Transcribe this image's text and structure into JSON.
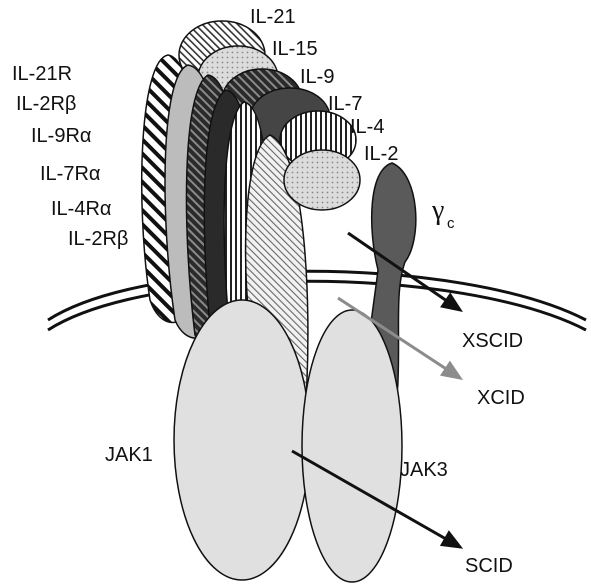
{
  "diagram": {
    "cytokines": {
      "il21": "IL-21",
      "il15": "IL-15",
      "il9": "IL-9",
      "il7": "IL-7",
      "il4": "IL-4",
      "il2": "IL-2"
    },
    "receptor_chains": {
      "il21r": "IL-21R",
      "il2rb_upper": "IL-2Rβ",
      "il9ra": "IL-9Rα",
      "il7ra": "IL-7Rα",
      "il4ra": "IL-4Rα",
      "il2rb_lower": "IL-2Rβ"
    },
    "common_gamma": {
      "symbol": "γ",
      "subscript": "c"
    },
    "kinases": {
      "jak1": "JAK1",
      "jak3": "JAK3"
    },
    "phenotypes": {
      "xscid": "XSCID",
      "xcid": "XCID",
      "scid": "SCID"
    },
    "colors": {
      "black": "#111111",
      "dark_gray": "#5a5a5a",
      "mid_gray": "#9a9a9a",
      "light_gray": "#d6d6d6",
      "pale_gray": "#e4e4e4",
      "arrow_gray": "#8c8c8c"
    }
  }
}
